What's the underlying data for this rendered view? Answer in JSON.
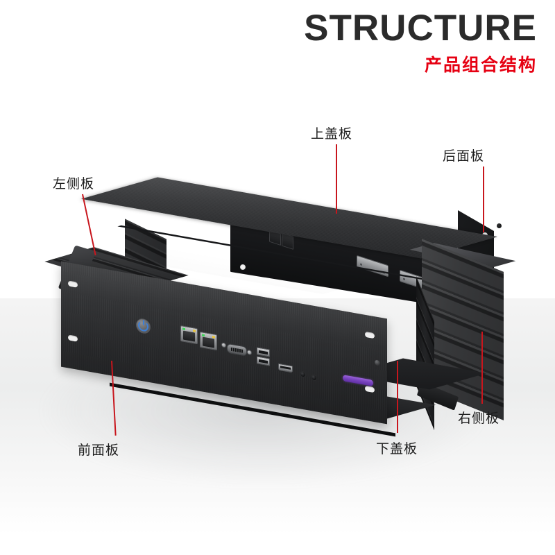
{
  "header": {
    "title_en": "STRUCTURE",
    "title_cn": "产品组合结构",
    "title_color": "#2b2b2b",
    "subtitle_color": "#e60012"
  },
  "callouts": [
    {
      "id": "top-cover",
      "label": "上盖板"
    },
    {
      "id": "rear-panel",
      "label": "后面板"
    },
    {
      "id": "left-side",
      "label": "左侧板"
    },
    {
      "id": "right-side",
      "label": "右侧板"
    },
    {
      "id": "front-panel",
      "label": "前面板"
    },
    {
      "id": "bottom-cover",
      "label": "下盖板"
    }
  ],
  "product": {
    "type": "rackmount-chassis-exploded-view",
    "leader_line_color": "#c8161d",
    "body_color": "#2b2c2e",
    "accent_color": "#7a45c0",
    "front_io": [
      {
        "name": "power-button",
        "icon": "power-icon",
        "count": 1
      },
      {
        "name": "ethernet-port",
        "icon": "rj45-icon",
        "count": 2
      },
      {
        "name": "serial-port",
        "icon": "db9-icon",
        "count": 1
      },
      {
        "name": "usb-port",
        "icon": "usb-icon",
        "count": 2
      },
      {
        "name": "hdmi-port",
        "icon": "hdmi-icon",
        "count": 1
      },
      {
        "name": "audio-jack",
        "icon": "jack-icon",
        "count": 2
      },
      {
        "name": "accent-strip",
        "icon": "strip-icon",
        "count": 1
      }
    ],
    "rear_io": [
      {
        "name": "expansion-slot-cover",
        "count": 2
      },
      {
        "name": "rear-connector",
        "count": 2
      }
    ]
  }
}
